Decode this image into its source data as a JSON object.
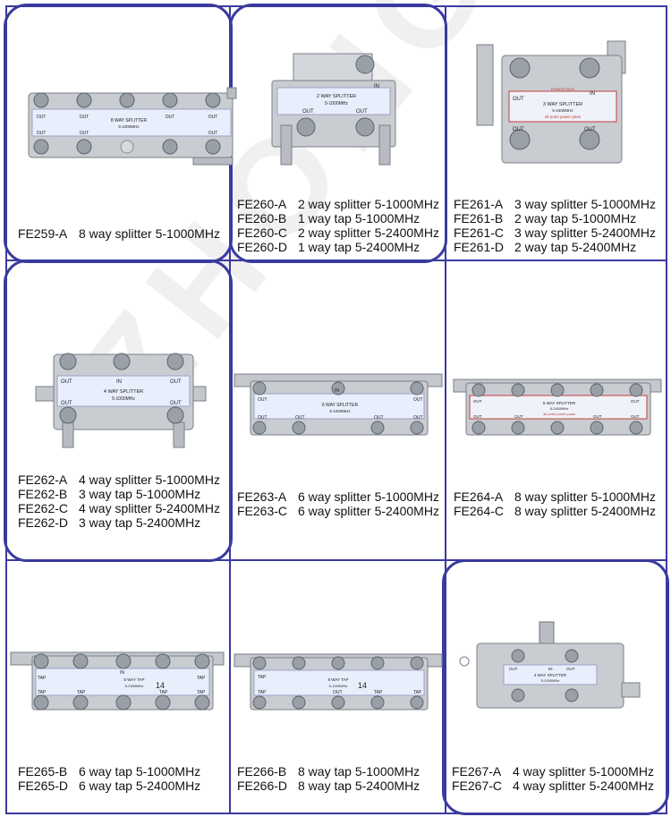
{
  "watermark": "ZHONGGUI",
  "products": [
    {
      "device": {
        "title": "8 WAY SPLITTER",
        "freq": "5-1000MHz",
        "ports": [
          "OUT",
          "OUT",
          "OUT",
          "OUT",
          "OUT",
          "OUT",
          "OUT"
        ]
      },
      "models": [
        {
          "code": "FE259-A",
          "desc": "8 way splitter 5-1000MHz"
        }
      ]
    },
    {
      "device": {
        "title": "2 WAY SPLITTER",
        "freq": "5-1000MHz",
        "ports": [
          "IN",
          "OUT",
          "OUT"
        ]
      },
      "models": [
        {
          "code": "FE260-A",
          "desc": "2 way splitter 5-1000MHz"
        },
        {
          "code": "FE260-B",
          "desc": "1 way tap 5-1000MHz"
        },
        {
          "code": "FE260-C",
          "desc": "2 way splitter 5-2400MHz"
        },
        {
          "code": "FE260-D",
          "desc": "1 way tap 5-2400MHz"
        }
      ]
    },
    {
      "device": {
        "title": "3 WAY SPLITTER",
        "freq": "5-2400MHz",
        "top": "POWER PASS",
        "note": "all ports power pass",
        "ports": [
          "OUT",
          "IN",
          "OUT",
          "OUT"
        ]
      },
      "models": [
        {
          "code": "FE261-A",
          "desc": "3 way splitter 5-1000MHz"
        },
        {
          "code": "FE261-B",
          "desc": "2 way tap 5-1000MHz"
        },
        {
          "code": "FE261-C",
          "desc": "3 way splitter 5-2400MHz"
        },
        {
          "code": "FE261-D",
          "desc": "2 way tap 5-2400MHz"
        }
      ]
    },
    {
      "device": {
        "title": "4 WAY SPLITTER",
        "freq": "5-1000MHz",
        "ports": [
          "OUT",
          "IN",
          "OUT",
          "OUT",
          "OUT"
        ]
      },
      "models": [
        {
          "code": "FE262-A",
          "desc": "4 way splitter 5-1000MHz"
        },
        {
          "code": "FE262-B",
          "desc": "3 way tap 5-1000MHz"
        },
        {
          "code": "FE262-C",
          "desc": "4 way splitter 5-2400MHz"
        },
        {
          "code": "FE262-D",
          "desc": "3 way tap 5-2400MHz"
        }
      ]
    },
    {
      "device": {
        "title": "6 WAY SPLITTER",
        "freq": "5-1000MHz",
        "ports": [
          "IN",
          "OUT",
          "OUT",
          "OUT",
          "OUT",
          "OUT",
          "OUT"
        ]
      },
      "models": [
        {
          "code": "FE263-A",
          "desc": "6 way splitter 5-1000MHz"
        },
        {
          "code": "FE263-C",
          "desc": "6 way splitter 5-2400MHz"
        }
      ]
    },
    {
      "device": {
        "title": "8 WAY SPLITTER",
        "freq": "5-2400MHz",
        "note": "all ports power pass",
        "ports": [
          "OUT",
          "OUT",
          "OUT",
          "OUT",
          "OUT",
          "OUT"
        ]
      },
      "models": [
        {
          "code": "FE264-A",
          "desc": "8 way splitter 5-1000MHz"
        },
        {
          "code": "FE264-C",
          "desc": "8 way splitter 5-2400MHz"
        }
      ]
    },
    {
      "device": {
        "title": "6 WAY TAP",
        "freq": "5-2400MHz",
        "value": "14",
        "ports": [
          "IN",
          "TAP",
          "TAP",
          "TAP",
          "TAP",
          "TAP",
          "TAP"
        ]
      },
      "models": [
        {
          "code": "FE265-B",
          "desc": "6 way tap 5-1000MHz"
        },
        {
          "code": "FE265-D",
          "desc": "6 way tap 5-2400MHz"
        }
      ]
    },
    {
      "device": {
        "title": "8 WAY TAP",
        "freq": "5-1000MHz",
        "value": "14",
        "ports": [
          "TAP",
          "TAP",
          "OUT",
          "TAP",
          "TAP"
        ]
      },
      "models": [
        {
          "code": "FE266-B",
          "desc": "8 way tap 5-1000MHz"
        },
        {
          "code": "FE266-D",
          "desc": "8 way tap 5-2400MHz"
        }
      ]
    },
    {
      "device": {
        "title": "4 WAY SPLITTER",
        "freq": "5-1000MHz",
        "ports": [
          "OUT",
          "IN",
          "OUT"
        ]
      },
      "models": [
        {
          "code": "FE267-A",
          "desc": "4 way splitter 5-1000MHz"
        },
        {
          "code": "FE267-C",
          "desc": "4 way splitter 5-2400MHz"
        }
      ]
    }
  ]
}
